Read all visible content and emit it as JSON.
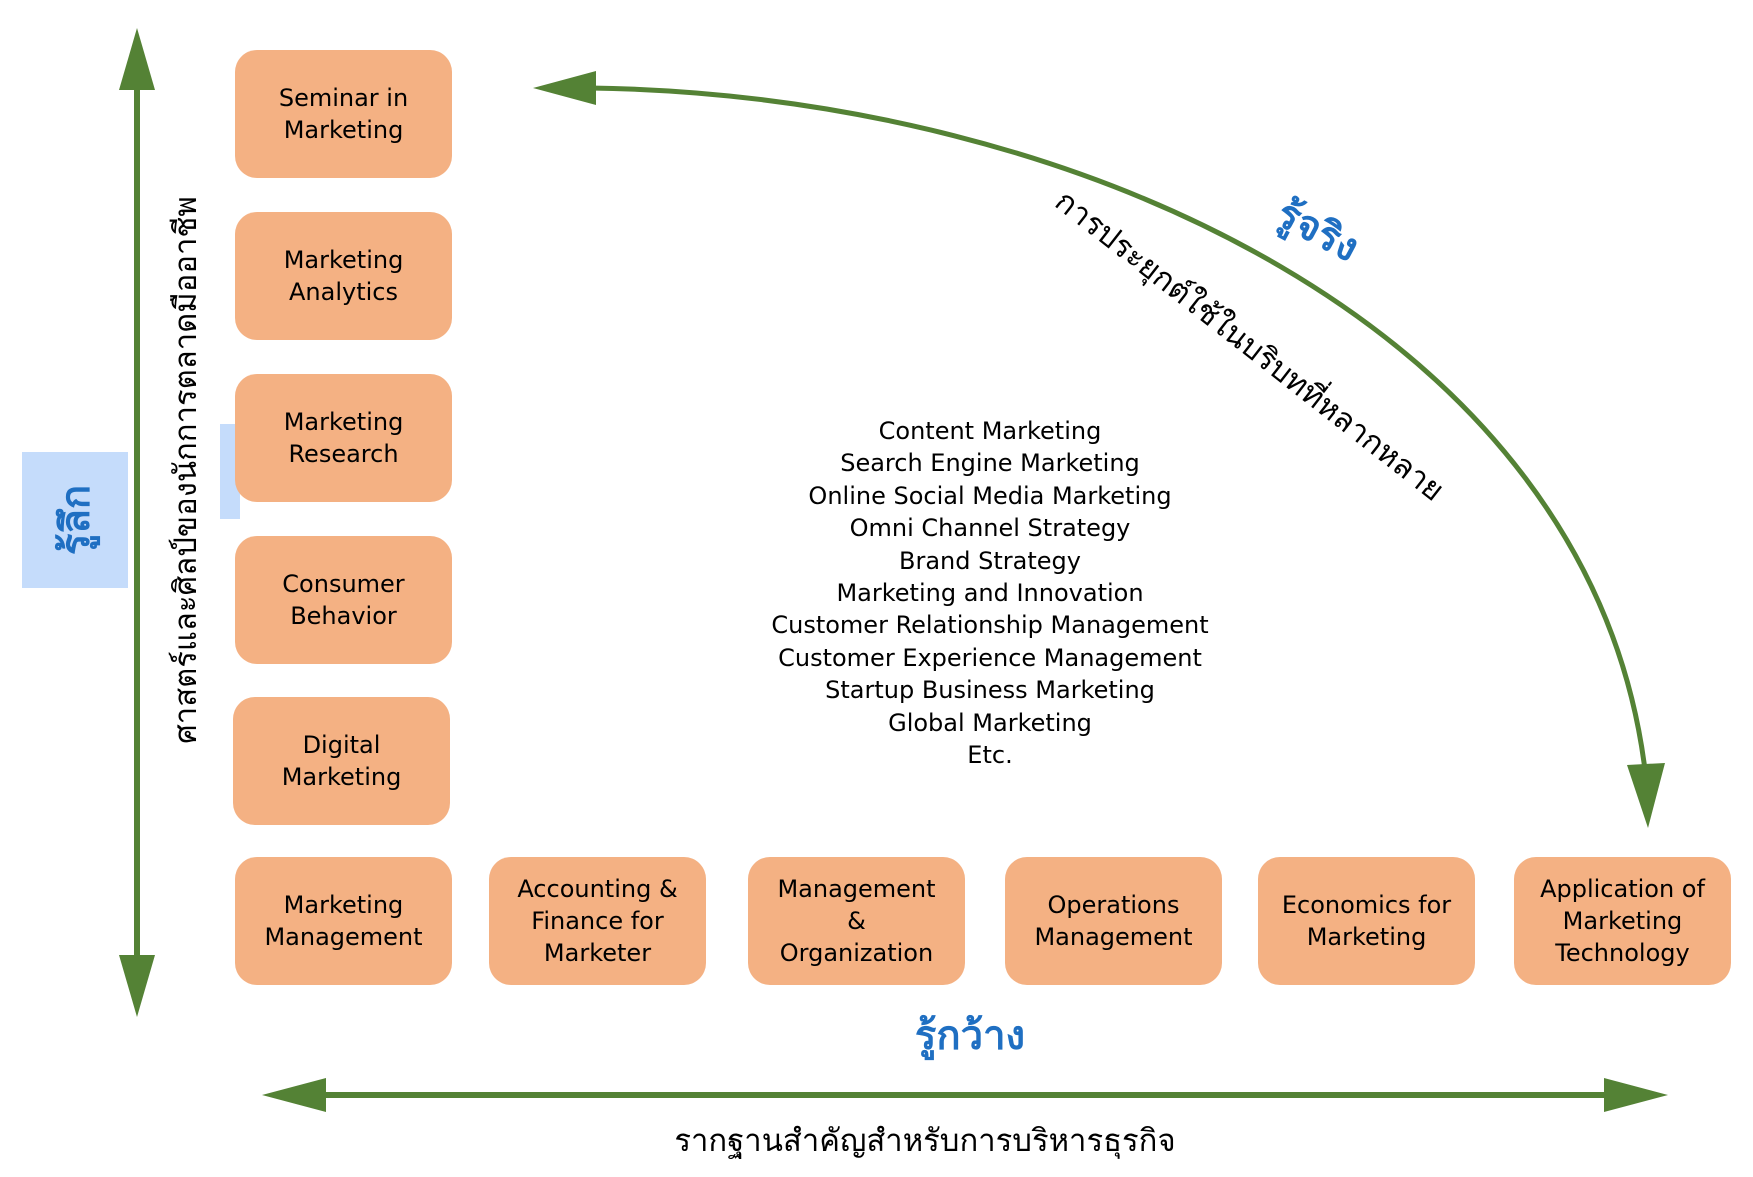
{
  "colors": {
    "arrow": "#548235",
    "box_fill": "#f4b183",
    "accent_blue": "#1f6fc2",
    "label_bg": "#c5dcfb"
  },
  "vertical_axis": {
    "depth_label": "รู้ลึก",
    "caption": "ศาสตร์และศิลป์ของนักการตลาดมืออาชีพ"
  },
  "horizontal_axis": {
    "breadth_label": "รู้กว้าง",
    "caption": "รากฐานสำคัญสำหรับการบริหารธุรกิจ"
  },
  "curve": {
    "practice_label": "รู้จริง",
    "caption": "การประยุกต์ใช้ในบริบทที่หลากหลาย"
  },
  "column_courses": [
    {
      "lines": [
        "Seminar in",
        "Marketing"
      ]
    },
    {
      "lines": [
        "Marketing",
        "Analytics"
      ]
    },
    {
      "lines": [
        "Marketing",
        "Research"
      ]
    },
    {
      "lines": [
        "Consumer",
        "Behavior"
      ]
    },
    {
      "lines": [
        "Digital",
        "Marketing"
      ]
    }
  ],
  "row_courses": [
    {
      "lines": [
        "Marketing",
        "Management"
      ]
    },
    {
      "lines": [
        "Accounting &",
        "Finance for",
        "Marketer"
      ]
    },
    {
      "lines": [
        "Management",
        "&",
        "Organization"
      ]
    },
    {
      "lines": [
        "Operations",
        "Management"
      ]
    },
    {
      "lines": [
        "Economics for",
        "Marketing"
      ]
    },
    {
      "lines": [
        "Application of",
        "Marketing",
        "Technology"
      ]
    }
  ],
  "electives": [
    "Content Marketing",
    "Search Engine Marketing",
    "Online Social Media Marketing",
    "Omni Channel Strategy",
    "Brand Strategy",
    "Marketing and Innovation",
    "Customer Relationship Management",
    "Customer Experience Management",
    "Startup Business Marketing",
    "Global Marketing",
    "Etc."
  ]
}
